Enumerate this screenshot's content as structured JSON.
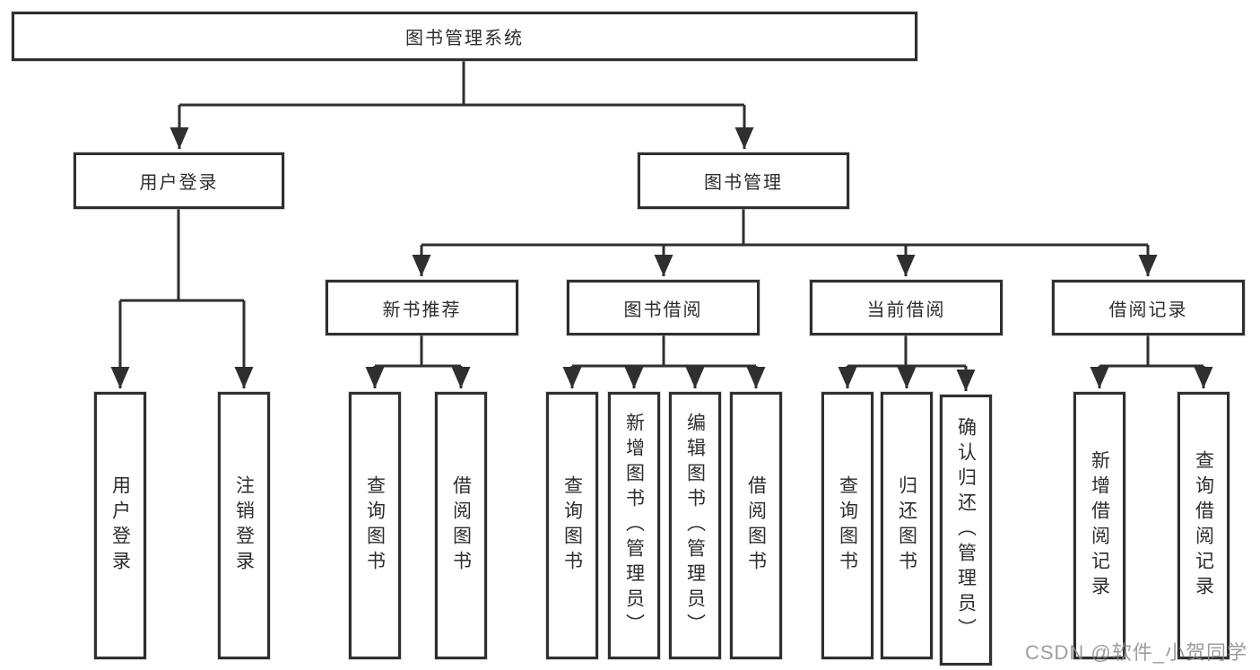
{
  "tree": {
    "root_label": "图书管理系统",
    "user_login": {
      "label": "用户登录",
      "children": [
        "用户登录",
        "注销登录"
      ]
    },
    "book_mgmt": {
      "label": "图书管理",
      "groups": [
        {
          "label": "新书推荐",
          "children": [
            "查询图书",
            "借阅图书"
          ]
        },
        {
          "label": "图书借阅",
          "children": [
            "查询图书",
            "新增图书（管理员）",
            "编辑图书（管理员）",
            "借阅图书"
          ]
        },
        {
          "label": "当前借阅",
          "children": [
            "查询图书",
            "归还图书",
            "确认归还（管理员）"
          ]
        },
        {
          "label": "借阅记录",
          "children": [
            "新增借阅记录",
            "查询借阅记录"
          ]
        }
      ]
    },
    "watermark": "CSDN @软件_小贺同学"
  },
  "colors": {
    "line": "#2f2f2f",
    "text": "#2d2d2d",
    "node_fill": "#ffffff",
    "background": "#ffffff",
    "watermark": "#8c8c8c"
  }
}
